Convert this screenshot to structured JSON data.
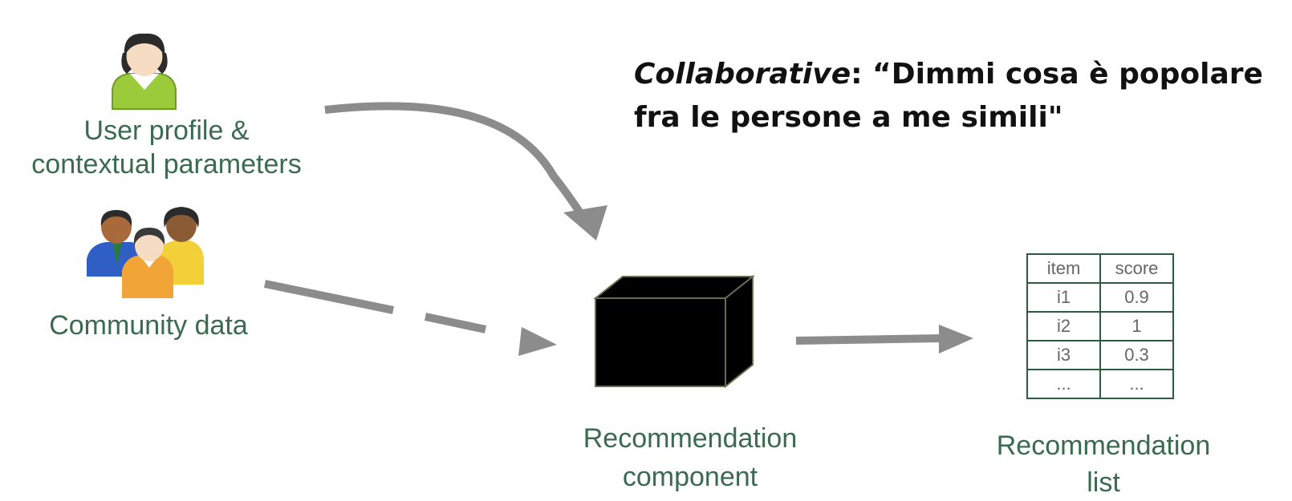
{
  "title": {
    "italic_part": "Collaborative",
    "rest_line1": ": “Dimmi cosa è popolare",
    "line2": "fra le persone a me simili\""
  },
  "inputs": {
    "user_profile": {
      "line1": "User profile &",
      "line2": "contextual parameters",
      "icon": "female-user-icon"
    },
    "community": {
      "label": "Community data",
      "icon": "user-group-icon"
    }
  },
  "component": {
    "line1": "Recommendation",
    "line2": "component",
    "icon": "black-box-icon"
  },
  "output": {
    "line1": "Recommendation",
    "line2": "list",
    "table": {
      "headers": [
        "item",
        "score"
      ],
      "rows": [
        [
          "i1",
          "0.9"
        ],
        [
          "i2",
          "1"
        ],
        [
          "i3",
          "0.3"
        ],
        [
          "...",
          "..."
        ]
      ]
    }
  },
  "colors": {
    "label_green": "#3b6b4f",
    "arrow_gray": "#8c8c8c",
    "table_border": "#2f5a3f"
  }
}
